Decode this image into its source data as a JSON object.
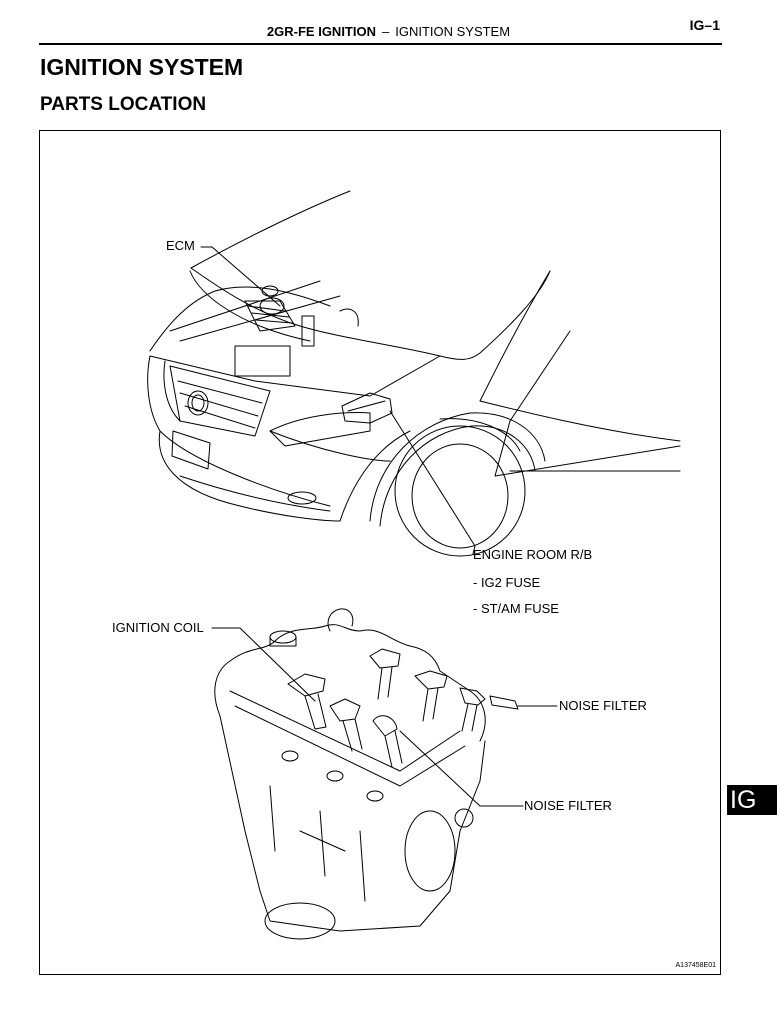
{
  "header": {
    "section_bold": "2GR-FE IGNITION",
    "separator": "–",
    "section_title": "IGNITION SYSTEM",
    "page_number": "IG–1"
  },
  "title": "IGNITION SYSTEM",
  "subtitle": "PARTS LOCATION",
  "figure": {
    "callouts": {
      "ecm": "ECM",
      "engine_room_rb": "ENGINE ROOM R/B",
      "ig2_fuse": "- IG2 FUSE",
      "st_am_fuse": "- ST/AM FUSE",
      "ignition_coil": "IGNITION COIL",
      "noise_filter_1": "NOISE FILTER",
      "noise_filter_2": "NOISE FILTER"
    },
    "figure_id": "A137458E01"
  },
  "side_tab": "IG"
}
